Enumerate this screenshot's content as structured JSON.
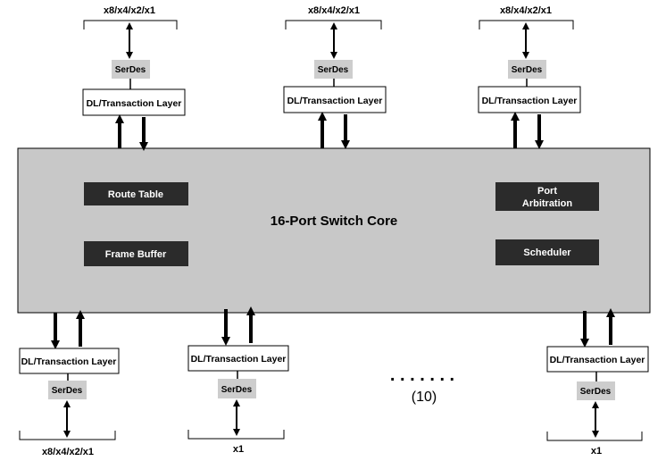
{
  "colors": {
    "core_fill": "#c8c8c8",
    "serdes_fill": "#cdcdcd",
    "dark_box": "#2b2b2b",
    "stroke": "#000000",
    "text_light": "#ffffff"
  },
  "core": {
    "title": "16-Port Switch Core",
    "blocks": {
      "route_table": "Route Table",
      "frame_buffer": "Frame Buffer",
      "port_arbitration_1": "Port",
      "port_arbitration_2": "Arbitration",
      "scheduler": "Scheduler"
    }
  },
  "ports": {
    "top_left": {
      "lane": "x8/x4/x2/x1",
      "serdes": "SerDes",
      "layer": "DL/Transaction Layer"
    },
    "top_mid": {
      "lane": "x8/x4/x2/x1",
      "serdes": "SerDes",
      "layer": "DL/Transaction Layer"
    },
    "top_right": {
      "lane": "x8/x4/x2/x1",
      "serdes": "SerDes",
      "layer": "DL/Transaction Layer"
    },
    "bot_left": {
      "lane": "x8/x4/x2/x1",
      "serdes": "SerDes",
      "layer": "DL/Transaction Layer"
    },
    "bot_mid": {
      "lane": "x1",
      "serdes": "SerDes",
      "layer": "DL/Transaction Layer"
    },
    "bot_right": {
      "lane": "x1",
      "serdes": "SerDes",
      "layer": "DL/Transaction Layer"
    }
  },
  "ellipsis": {
    "dots": ". . . . . . .",
    "count": "(10)"
  }
}
